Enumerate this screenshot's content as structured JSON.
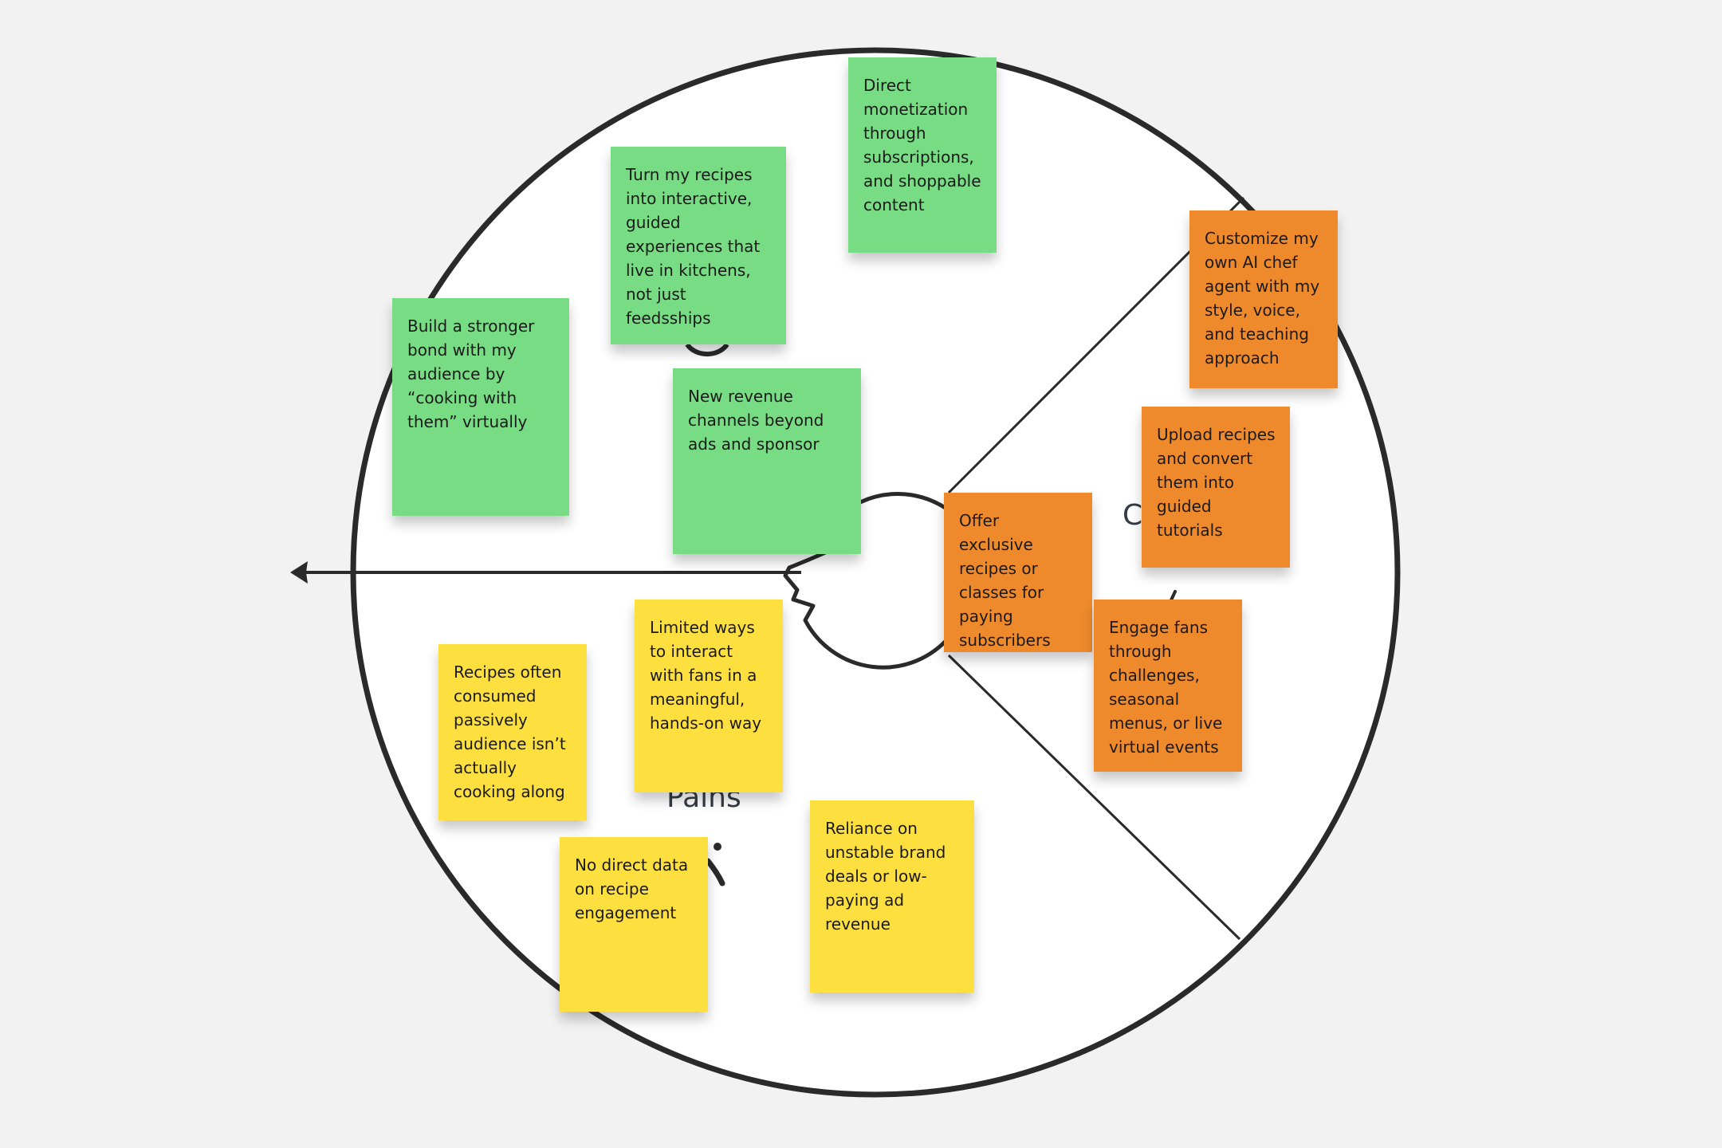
{
  "canvas": {
    "background": "#f2f2f2"
  },
  "diagram": {
    "circle_fill": "#ffffff",
    "stroke_color": "#2a2a2a",
    "segment_labels": {
      "pains": "Pains",
      "gains_partial": "C"
    }
  },
  "colors": {
    "gains": "#77dc84",
    "customer_jobs": "#ee8a2c",
    "pains": "#fde03f"
  },
  "gains_notes": [
    "Direct monetization through subscriptions, and shoppable content",
    "Turn my recipes into interactive, guided experiences that live in kitchens, not just feedsships",
    "Build a stronger bond with my audience by “cooking with them” virtually",
    "New revenue channels beyond ads and sponsor"
  ],
  "jobs_notes": [
    "Customize my own AI chef agent with my style, voice, and teaching approach",
    "Upload recipes and convert them into guided tutorials",
    "Offer exclusive recipes or classes for paying subscribers",
    "Engage fans through challenges, seasonal menus, or live virtual events"
  ],
  "pains_notes": [
    "Limited ways to interact with fans in a meaningful, hands-on way",
    "Recipes often consumed passively audience isn’t actually cooking along",
    "No direct data on recipe engagement",
    "Reliance on unstable brand deals or low-paying ad revenue"
  ]
}
